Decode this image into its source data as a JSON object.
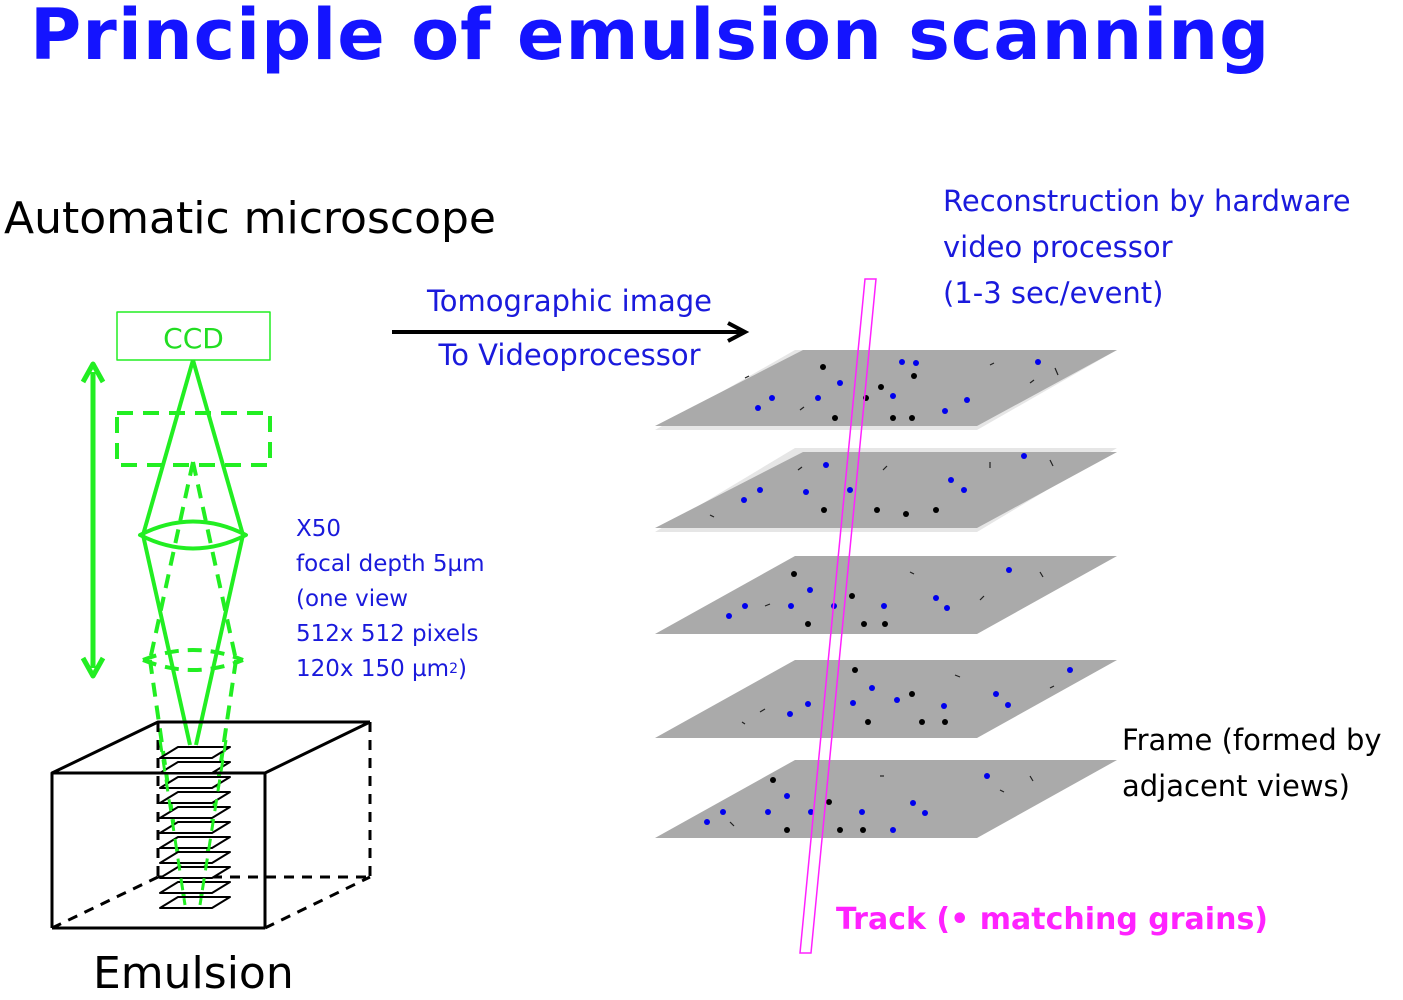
{
  "title": "Principle of emulsion scanning",
  "microscope_label": "Automatic microscope",
  "emulsion_label": "Emulsion",
  "ccd_label": "CCD",
  "arrow_label_top": "Tomographic image",
  "arrow_label_bottom": "To Videoprocessor",
  "specs": {
    "line1": "X50",
    "line2": "focal depth 5µm",
    "line3": "(one view",
    "line4": "512x 512 pixels",
    "line5_main": "120x 150 µm",
    "line5_sup": "2",
    "line5_end": ")"
  },
  "reconstruction": {
    "line1": "Reconstruction by hardware",
    "line2": "video processor",
    "line3": "(1-3 sec/event)"
  },
  "frame_label": {
    "line1": "Frame (formed by",
    "line2": "adjacent views)"
  },
  "track_label": {
    "prefix": "Track (",
    "bullet": "•",
    "suffix": " matching grains)"
  },
  "colors": {
    "title": "#1414ff",
    "annotation_blue": "#1a1adc",
    "optics_green": "#22ee22",
    "track_magenta": "#ff22ff",
    "plate_gray": "#aaaaaa"
  }
}
